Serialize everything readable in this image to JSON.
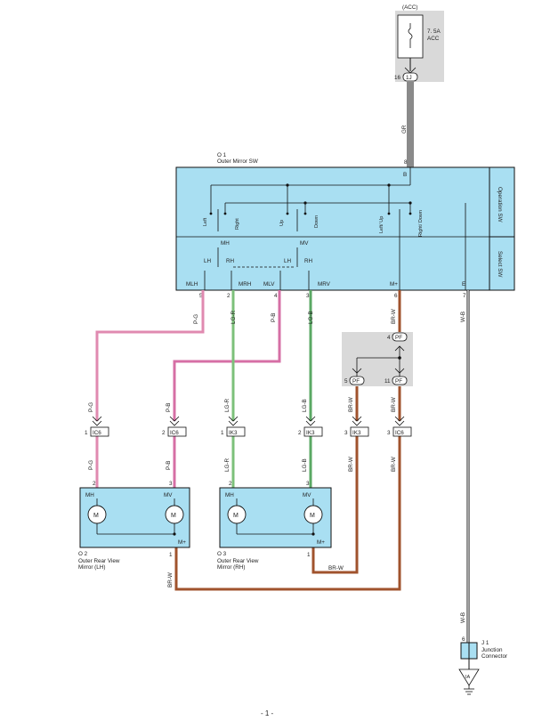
{
  "fuse": {
    "circuit": "(ACC)",
    "rating": "7. 5A",
    "name": "ACC",
    "pin": "16",
    "connector": "1J"
  },
  "wire_gr": "GR",
  "o1": {
    "code": "O 1",
    "name": "Outer Mirror SW",
    "pin_b": "B",
    "pin_8": "8",
    "operation_label": "Operation SW",
    "select_label": "Select SW"
  },
  "switch_labels": {
    "left": "Left",
    "right": "Right",
    "up": "Up",
    "down": "Down",
    "left_up": "Left/ Up",
    "right_down": "Right/ Down"
  },
  "select": {
    "mh": "MH",
    "mv": "MV",
    "lh": "LH",
    "rh": "RH",
    "lh2": "LH",
    "rh2": "RH"
  },
  "terminals": {
    "mlh": "MLH",
    "mrh": "MRH",
    "mlv": "MLV",
    "mrv": "MRV",
    "mplus": "M+",
    "e": "E"
  },
  "pins": {
    "p5": "5",
    "p2": "2",
    "p4": "4",
    "p3": "3",
    "p6": "6",
    "p7": "7"
  },
  "wires": {
    "pg": "P-G",
    "lgr": "LG-R",
    "pb": "P-B",
    "lgb": "LG-B",
    "brw": "BR-W",
    "wb": "W-B"
  },
  "junction": {
    "pin4": "4",
    "pin5": "5",
    "pin11": "11",
    "conn": "PF"
  },
  "connectors": [
    {
      "pin": "1",
      "id": "IC6"
    },
    {
      "pin": "2",
      "id": "IC6"
    },
    {
      "pin": "1",
      "id": "IK3"
    },
    {
      "pin": "2",
      "id": "IK3"
    },
    {
      "pin": "3",
      "id": "IK3"
    },
    {
      "pin": "3",
      "id": "IC6"
    }
  ],
  "o2": {
    "code": "O 2",
    "name1": "Outer Rear View",
    "name2": "Mirror (LH)",
    "mh": "MH",
    "mv": "MV",
    "mplus": "M+",
    "motor": "M",
    "p2": "2",
    "p3": "3",
    "p1": "1"
  },
  "o3": {
    "code": "O 3",
    "name1": "Outer Rear View",
    "name2": "Mirror (RH)",
    "mh": "MH",
    "mv": "MV",
    "mplus": "M+",
    "motor": "M",
    "p2": "2",
    "p3": "3",
    "p1": "1"
  },
  "j1": {
    "code": "J 1",
    "name1": "Junction",
    "name2": "Connector",
    "pin": "6",
    "ground": "IA"
  },
  "page_number": "- 1 -"
}
